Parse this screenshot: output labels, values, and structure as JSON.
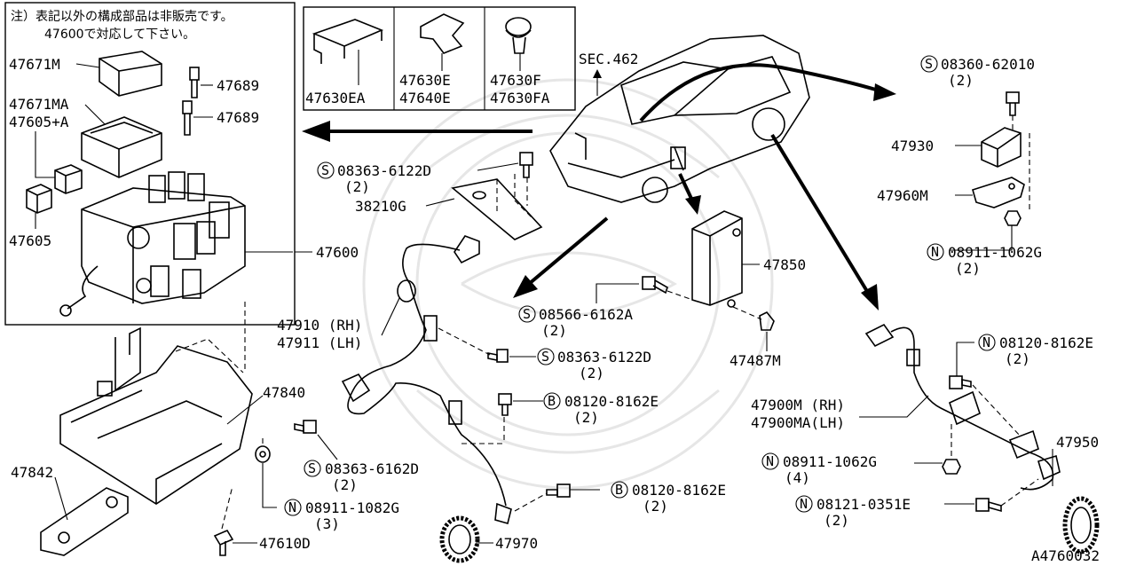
{
  "note": {
    "line1": "注）表記以外の構成部品は非販売です。",
    "line2": "47600で対応して下さい。"
  },
  "labels": {
    "p47671M": "47671M",
    "p47689a": "47689",
    "p47689b": "47689",
    "p47671MA": "47671MA",
    "p47605A": "47605+A",
    "p47605": "47605",
    "p47600": "47600",
    "p47630EA": "47630EA",
    "p47630E": "47630E",
    "p47640E": "47640E",
    "p47630F": "47630F",
    "p47630FA": "47630FA",
    "sec462": "SEC.462",
    "s08363_6122D_top": "08363-6122D",
    "q2_a": "(2)",
    "p38210G": "38210G",
    "p47850": "47850",
    "s08566_6162A": "08566-6162A",
    "q2_b": "(2)",
    "p47487M": "47487M",
    "p47910": "47910 (RH)",
    "p47911": "47911 (LH)",
    "s08363_6122D_mid": "08363-6122D",
    "q2_c": "(2)",
    "b08120_8162E_mid": "08120-8162E",
    "q2_d": "(2)",
    "s08363_6162D": "08363-6162D",
    "q2_e": "(2)",
    "b08120_8162E_low": "08120-8162E",
    "q2_f": "(2)",
    "p47840": "47840",
    "p47842": "47842",
    "n08911_1082G": "08911-1082G",
    "q3": "(3)",
    "p47610D": "47610D",
    "p47970": "47970",
    "s08360_62010": "08360-62010",
    "q2_g": "(2)",
    "p47930": "47930",
    "p47960M": "47960M",
    "n08911_1062G_top": "08911-1062G",
    "q2_h": "(2)",
    "n08120_8162E_right": "08120-8162E",
    "q2_i": "(2)",
    "p47900M": "47900M (RH)",
    "p47900MA": "47900MA(LH)",
    "p47950": "47950",
    "n08911_1062G_low": "08911-1062G",
    "q4": "(4)",
    "n08121_0351E": "08121-0351E",
    "q2_j": "(2)",
    "diagram_id": "A4760032"
  },
  "markers": {
    "S": "S",
    "B": "B",
    "N": "N"
  },
  "colors": {
    "ink": "#000000",
    "paper": "#ffffff",
    "watermark": "#e6e6e6"
  }
}
